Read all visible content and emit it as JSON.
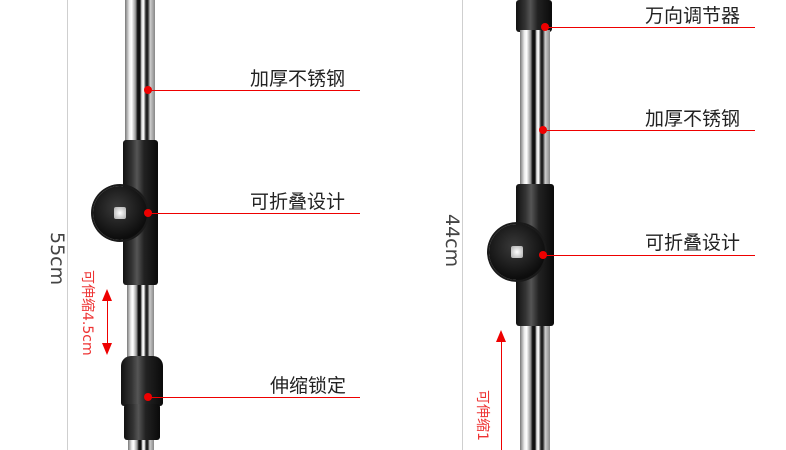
{
  "left_product": {
    "height_label": "55cm",
    "extend_label": "可伸缩4.5cm",
    "callouts": [
      "加厚不锈钢",
      "可折叠设计",
      "伸缩锁定"
    ]
  },
  "right_product": {
    "height_label": "44cm",
    "extend_label": "可伸缩1",
    "callouts": [
      "万向调节器",
      "加厚不锈钢",
      "可折叠设计"
    ]
  }
}
